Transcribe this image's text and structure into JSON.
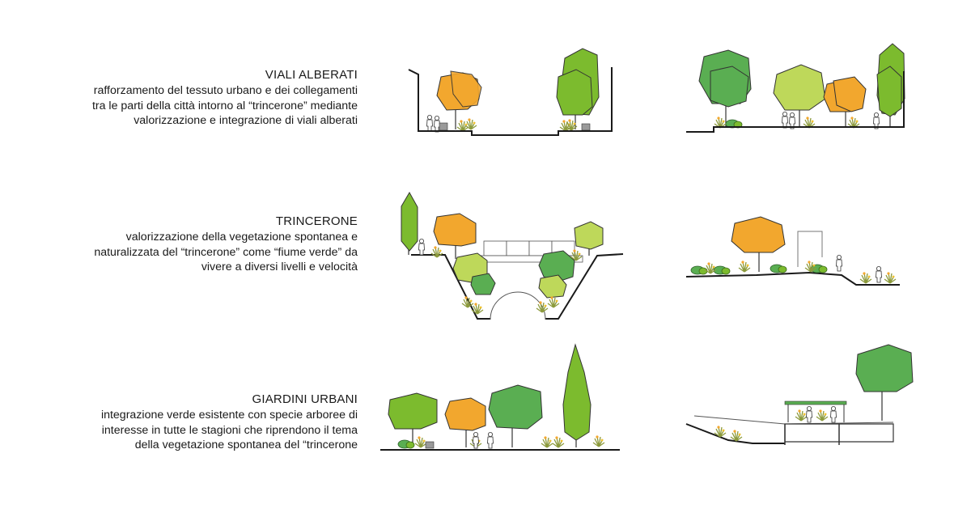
{
  "sections": [
    {
      "title": "VIALI ALBERATI",
      "description": "rafforzamento del tessuto urbano e dei collegamenti tra le parti della città intorno al “trincerone” mediante valorizzazione e integrazione di viali alberati",
      "lines": [
        "rafforzamento del tessuto urbano e dei collegamenti",
        "tra le parti della città intorno al “trincerone” mediante",
        "valorizzazione e integrazione di viali alberati"
      ]
    },
    {
      "title": "TRINCERONE",
      "description": "valorizzazione della vegetazione spontanea e naturalizzata del “trincerone” come “fiume verde” da vivere a diversi livelli e velocità",
      "lines": [
        "valorizzazione della vegetazione spontanea e",
        "naturalizzata del “trincerone” come “fiume verde” da",
        "vivere a diversi livelli e velocità"
      ]
    },
    {
      "title": "GIARDINI URBANI",
      "description": "integrazione verde esistente con specie arboree di interesse in tutte le stagioni che riprendono il tema della vegetazione spontanea del “trincerone",
      "lines": [
        "integrazione verde esistente con specie arboree di",
        "interesse in tutte le stagioni che riprendono il tema",
        "della vegetazione spontanea del “trincerone"
      ]
    }
  ],
  "colors": {
    "orange": "#f2a72e",
    "dark_green": "#5aae52",
    "green": "#7cbb2e",
    "light_green": "#bed85a",
    "ground": "#1a1a1a",
    "text": "#1a1a1a"
  }
}
